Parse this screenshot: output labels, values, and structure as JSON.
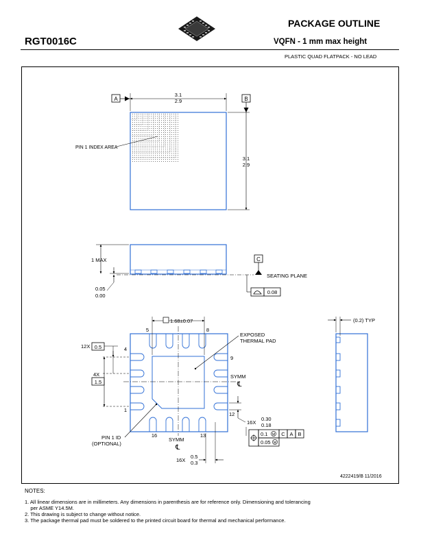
{
  "header": {
    "title": "PACKAGE OUTLINE",
    "part_number": "RGT0016C",
    "package_type": "VQFN - 1 mm max height",
    "package_desc": "PLASTIC QUAD FLATPACK - NO LEAD"
  },
  "colors": {
    "outline": "#2f6fd6",
    "dim": "#000000"
  },
  "top_view": {
    "datum_a": "A",
    "datum_b": "B",
    "width_max": "3.1",
    "width_min": "2.9",
    "height_max": "3.1",
    "height_min": "2.9",
    "pin1_label": "PIN 1 INDEX AREA"
  },
  "side_view": {
    "height_label": "1 MAX",
    "standoff_max": "0.05",
    "standoff_min": "0.00",
    "datum_c": "C",
    "seating_plane": "SEATING PLANE",
    "flatness_value": "0.08"
  },
  "bottom_view": {
    "pad_size": "1.68±0.07",
    "pin_5": "5",
    "pin_8": "8",
    "pin_4": "4",
    "pin_9": "9",
    "pin_1": "1",
    "pin_12": "12",
    "pin_16": "16",
    "pin_13": "13",
    "exposed_pad": "EXPOSED",
    "exposed_pad2": "THERMAL PAD",
    "pitch_count": "12X",
    "pitch_value": "0.5",
    "pitch_span_count": "4X",
    "pitch_span_value": "1.5",
    "symm": "SYMM",
    "symm_mark": "℄",
    "pin1_id": "PIN 1 ID",
    "pin1_optional": "(OPTIONAL)",
    "lead_w_count": "16X",
    "lead_w_max": "0.30",
    "lead_w_min": "0.18",
    "lead_l_count": "16X",
    "lead_l_max": "0.5",
    "lead_l_min": "0.3",
    "fcf_pos": "0.1",
    "fcf_c": "C",
    "fcf_a": "A",
    "fcf_b": "B",
    "fcf_pos2": "0.05"
  },
  "end_view": {
    "typ_label": "(0.2) TYP"
  },
  "drawing_id": "4222419/B   11/2016",
  "notes": {
    "title": "NOTES:",
    "items": [
      "1. All linear dimensions are in millimeters. Any dimensions in parenthesis are for reference only. Dimensioning and tolerancing",
      "    per ASME Y14.5M.",
      "2. This drawing is subject to change without notice.",
      "3. The package thermal pad must be soldered to the printed circuit board for thermal and mechanical performance."
    ]
  }
}
